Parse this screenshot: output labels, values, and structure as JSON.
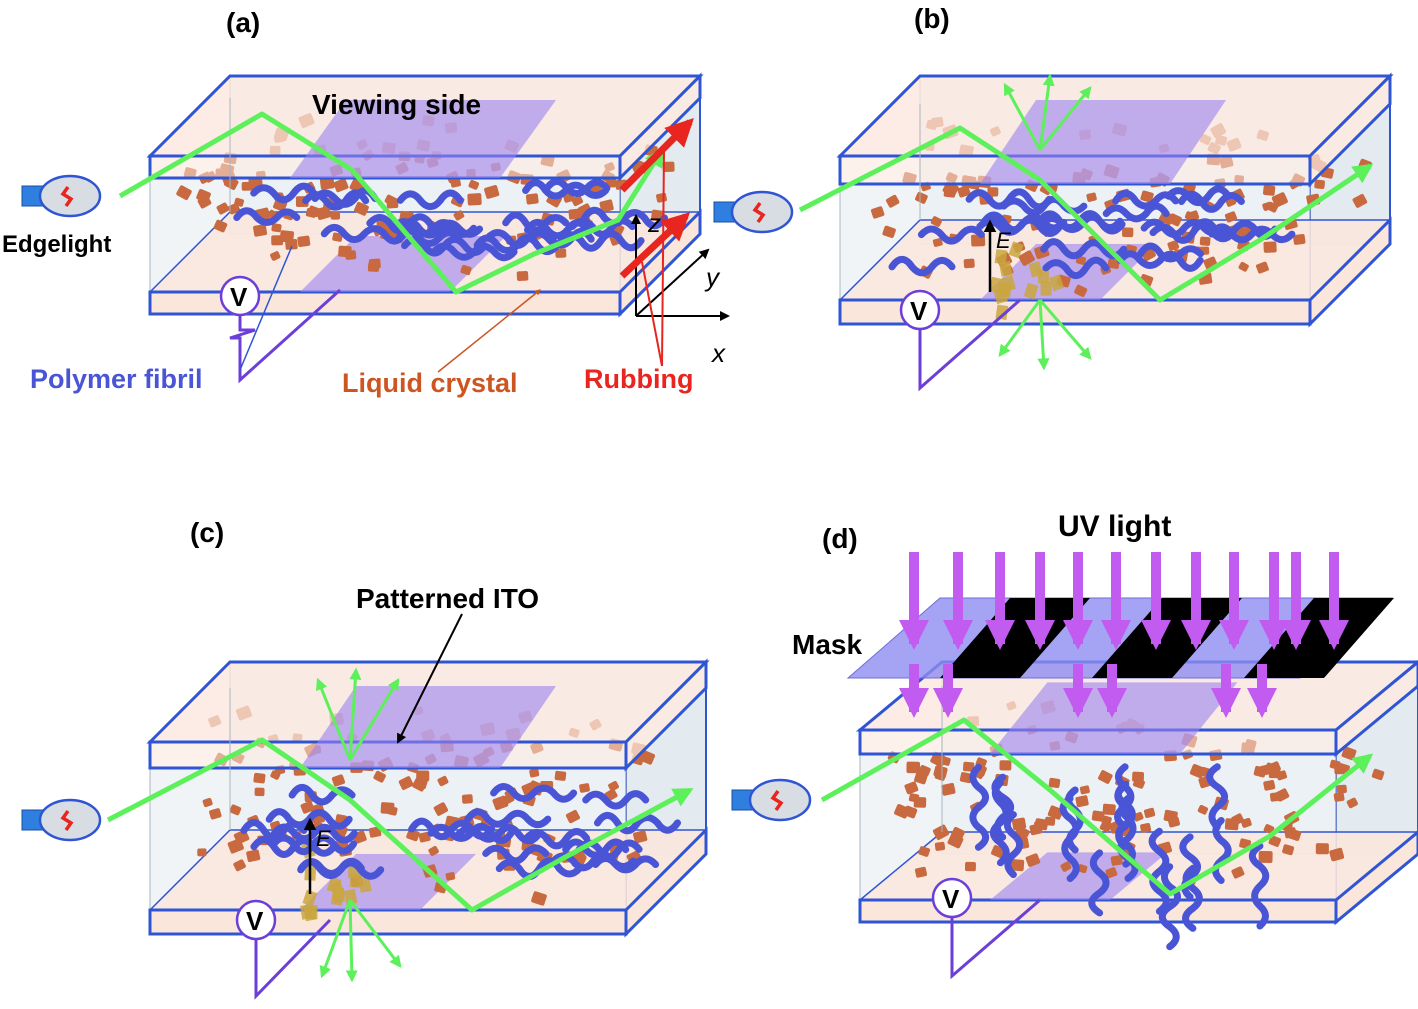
{
  "panels": [
    {
      "id": "a",
      "label": "(a)"
    },
    {
      "id": "b",
      "label": "(b)"
    },
    {
      "id": "c",
      "label": "(c)"
    },
    {
      "id": "d",
      "label": "(d)"
    }
  ],
  "labels": {
    "viewing_side": "Viewing side",
    "edgelight": "Edgelight",
    "polymer_fibril": "Polymer fibril",
    "liquid_crystal": "Liquid crystal",
    "rubbing": "Rubbing",
    "patterned_ito": "Patterned ITO",
    "uv_light": "UV light",
    "mask": "Mask",
    "voltage": "V",
    "field": "E",
    "axis_x": "x",
    "axis_y": "y",
    "axis_z": "z"
  },
  "colors": {
    "glass_edge": "#2f55d4",
    "glass_fill": "#fbe6dc",
    "lc_particle": "#c8693f",
    "fibril": "#4a55d6",
    "light": "#5cf05a",
    "electrode": "#9b82f0",
    "rubbing": "#e8251f",
    "uv": "#c25cf0",
    "mask_black": "#000000",
    "label_blue": "#4a55d6",
    "label_orange": "#cc5522",
    "label_red": "#e8251f"
  }
}
